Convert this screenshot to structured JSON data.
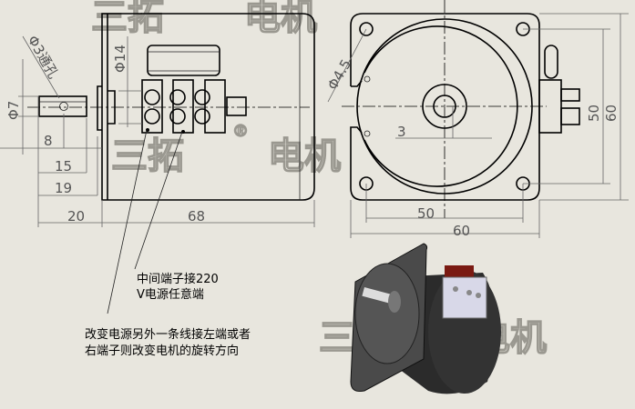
{
  "watermark": {
    "brand": "三拓",
    "reg": "®",
    "product": "电机"
  },
  "dimensions": {
    "side": {
      "hole": "Φ3通孔",
      "shaft_dia": "Φ7",
      "hub_dia": "Φ14",
      "d8": "8",
      "d15": "15",
      "d19": "19",
      "d20": "20",
      "d68": "68"
    },
    "front": {
      "mount_hole": "Φ4.5",
      "offset": "3",
      "pitch_h": "50",
      "width_h": "60",
      "pitch_v": "50",
      "width_v": "60"
    }
  },
  "notes": {
    "middle_terminal": [
      "中间端子接220",
      "V电源任意端"
    ],
    "reverse": [
      "改变电源另外一条线接左端或者",
      "右端子则改变电机的旋转方向"
    ]
  }
}
